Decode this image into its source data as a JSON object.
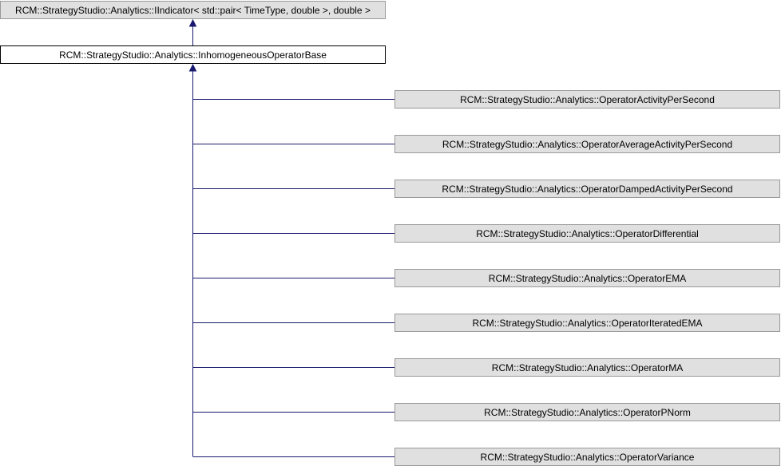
{
  "colors": {
    "box_gray_fill": "#e0e0e0",
    "box_gray_stroke": "#999999",
    "box_current_fill": "#ffffff",
    "box_current_stroke": "#000000",
    "edge": "#191970",
    "text": "#000000"
  },
  "base_class": {
    "label": "RCM::StrategyStudio::Analytics::IIndicator< std::pair< TimeType, double >, double >"
  },
  "current_class": {
    "label": "RCM::StrategyStudio::Analytics::InhomogeneousOperatorBase"
  },
  "derived_classes": [
    {
      "label": "RCM::StrategyStudio::Analytics::OperatorActivityPerSecond"
    },
    {
      "label": "RCM::StrategyStudio::Analytics::OperatorAverageActivityPerSecond"
    },
    {
      "label": "RCM::StrategyStudio::Analytics::OperatorDampedActivityPerSecond"
    },
    {
      "label": "RCM::StrategyStudio::Analytics::OperatorDifferential"
    },
    {
      "label": "RCM::StrategyStudio::Analytics::OperatorEMA"
    },
    {
      "label": "RCM::StrategyStudio::Analytics::OperatorIteratedEMA"
    },
    {
      "label": "RCM::StrategyStudio::Analytics::OperatorMA"
    },
    {
      "label": "RCM::StrategyStudio::Analytics::OperatorPNorm"
    },
    {
      "label": "RCM::StrategyStudio::Analytics::OperatorVariance"
    }
  ]
}
